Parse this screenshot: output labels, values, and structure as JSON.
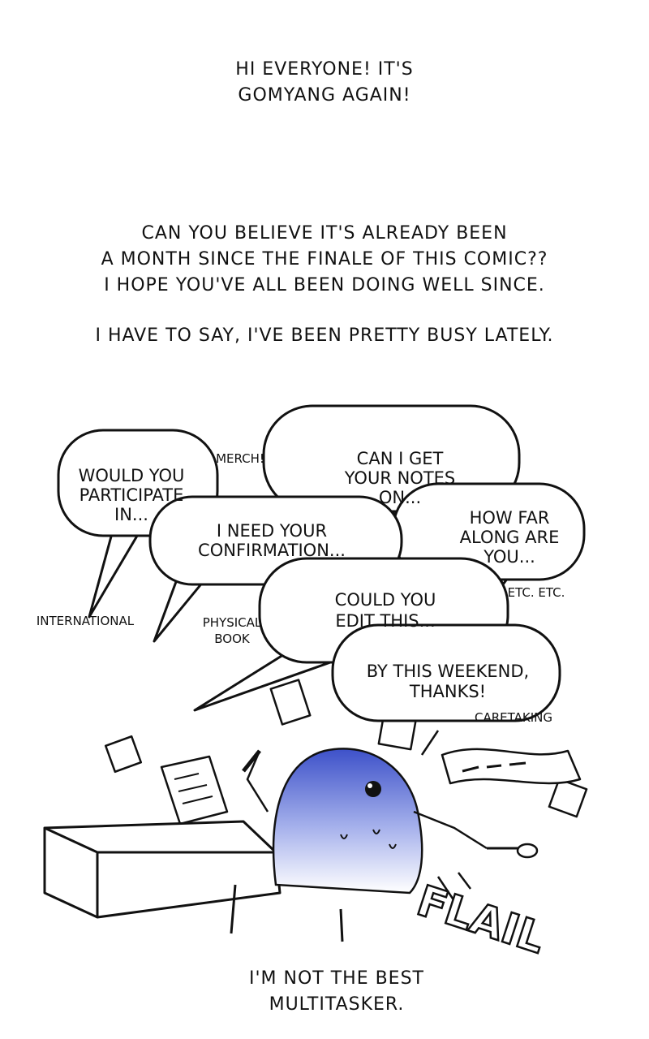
{
  "narration": {
    "intro": [
      "HI EVERYONE! IT'S",
      "GOMYANG AGAIN!"
    ],
    "paragraph": [
      "CAN YOU BELIEVE IT'S ALREADY BEEN",
      "A MONTH SINCE THE FINALE OF THIS COMIC??",
      "I HOPE YOU'VE ALL BEEN DOING WELL SINCE."
    ],
    "busy": "I HAVE TO SAY, I'VE BEEN PRETTY BUSY LATELY.",
    "ending": [
      "I'M NOT THE BEST",
      "MULTITASKER."
    ]
  },
  "bubbles": {
    "participate": [
      "WOULD YOU",
      "PARTICIPATE",
      "IN..."
    ],
    "notes": [
      "CAN I GET",
      "YOUR NOTES",
      "ON..."
    ],
    "confirmation": [
      "I NEED YOUR",
      "CONFIRMATION..."
    ],
    "how_far": [
      "HOW FAR",
      "ALONG ARE",
      "YOU..."
    ],
    "edit": [
      "COULD YOU",
      "EDIT THIS..."
    ],
    "weekend": [
      "BY THIS WEEKEND,",
      "THANKS!"
    ]
  },
  "labels": {
    "merch": "MERCH!",
    "international": "INTERNATIONAL",
    "physical_book": [
      "PHYSICAL",
      "BOOK"
    ],
    "etc": "ETC. ETC.",
    "caretaking": "CARETAKING"
  },
  "sfx": "FLAIL",
  "colors": {
    "character_blue": "#4a5fd0",
    "ink": "#111111",
    "paper": "#ffffff"
  }
}
